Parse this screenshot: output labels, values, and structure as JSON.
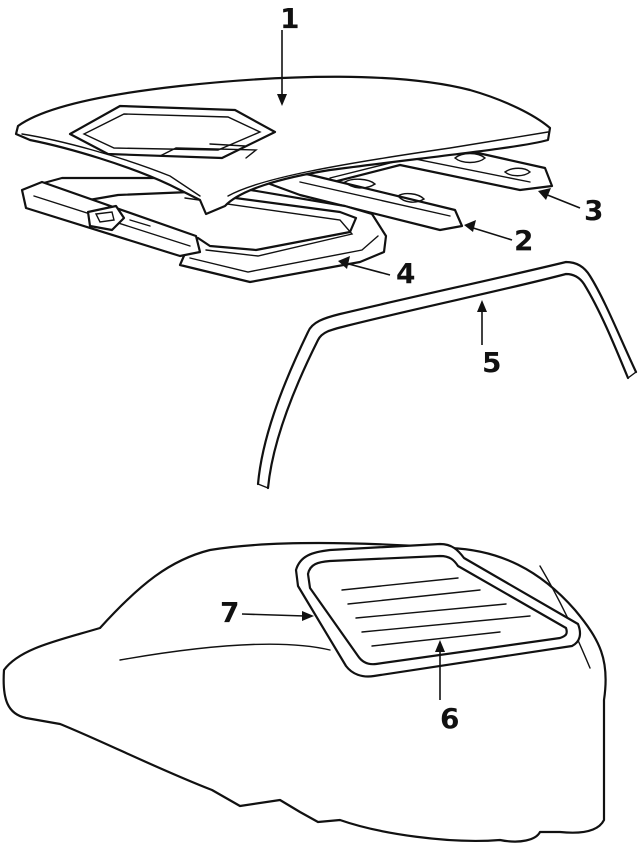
{
  "callouts": {
    "c1": "1",
    "c2": "2",
    "c3": "3",
    "c4": "4",
    "c5": "5",
    "c6": "6",
    "c7": "7"
  },
  "colors": {
    "ink": "#111111",
    "paper": "#ffffff"
  }
}
